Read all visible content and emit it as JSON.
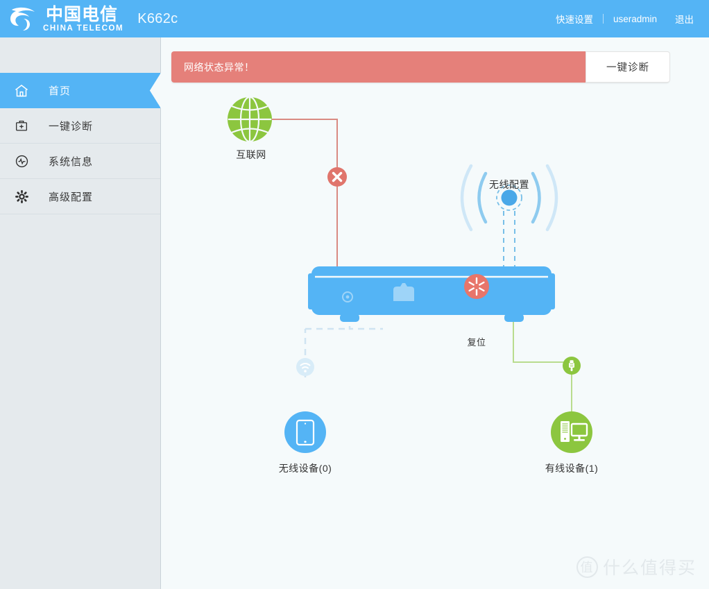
{
  "header": {
    "brand_cn": "中国电信",
    "brand_en": "CHINA TELECOM",
    "model": "K662c",
    "quick_setup": "快速设置",
    "username": "useradmin",
    "logout": "退出",
    "bg_color": "#54b4f5"
  },
  "sidebar": {
    "items": [
      {
        "label": "首页",
        "icon": "home-icon",
        "active": true
      },
      {
        "label": "一键诊断",
        "icon": "firstaid-icon",
        "active": false
      },
      {
        "label": "系统信息",
        "icon": "pulse-icon",
        "active": false
      },
      {
        "label": "高级配置",
        "icon": "gear-icon",
        "active": false
      }
    ],
    "bg_color": "#e5eaed"
  },
  "alert": {
    "message": "网络状态异常！",
    "button_label": "一键诊断",
    "bg_color": "#e5807a"
  },
  "topology": {
    "internet": {
      "label": "互联网",
      "icon": "globe-icon",
      "color": "#8cc63f",
      "status": "error",
      "status_icon": "error-x-icon",
      "link_color": "#d98a82"
    },
    "wireless_config": {
      "label": "无线配置",
      "icon": "wifi-broadcast-icon",
      "color": "#4aa8e8",
      "link_style": "dashed"
    },
    "router": {
      "reset_label": "复位",
      "reset_icon": "reset-asterisk-icon",
      "body_color": "#54b4f5",
      "reset_color": "#e8756a",
      "led_icon": "led-indicator-icon",
      "port_icon": "router-port-icon"
    },
    "wireless_device": {
      "label": "无线设备(0)",
      "count": 0,
      "icon": "tablet-icon",
      "color": "#54b4f5",
      "badge_icon": "wifi-signal-icon",
      "badge_color": "#bfe2f8",
      "link_color": "#cfe4f2",
      "link_style": "dashed"
    },
    "wired_device": {
      "label": "有线设备(1)",
      "count": 1,
      "icon": "desktop-pc-icon",
      "color": "#8cc63f",
      "badge_icon": "ethernet-plug-icon",
      "badge_color": "#8cc63f",
      "link_color": "#b9dc8e",
      "link_style": "solid"
    }
  },
  "watermark": {
    "mark": "值",
    "text": "什么值得买"
  }
}
